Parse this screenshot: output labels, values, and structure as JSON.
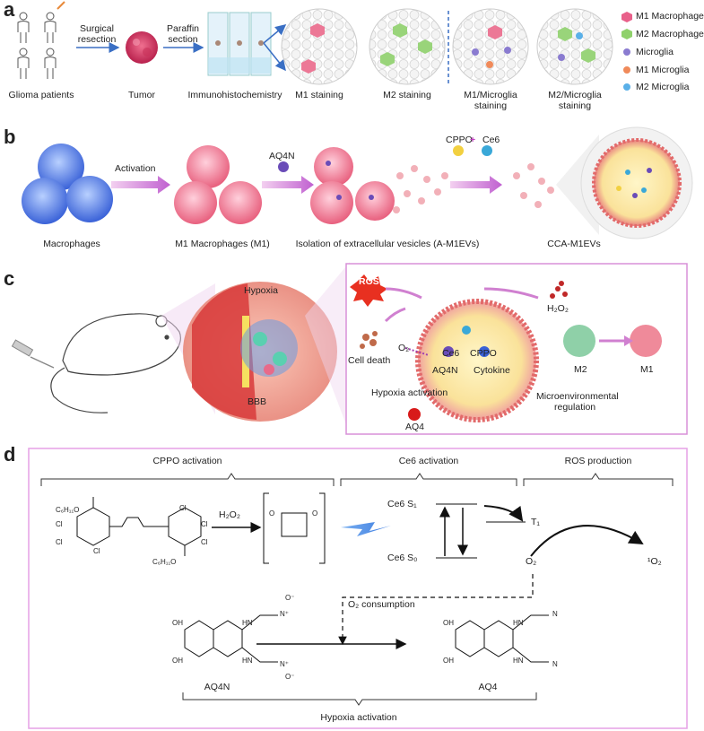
{
  "panel_letters": {
    "a": "a",
    "b": "b",
    "c": "c",
    "d": "d"
  },
  "panel_a": {
    "glioma_patients": "Glioma patients",
    "surgical_resection_1": "Surgical",
    "surgical_resection_2": "resection",
    "tumor": "Tumor",
    "paraffin_1": "Paraffin",
    "paraffin_2": "section",
    "ihc": "Immunohistochemistry",
    "m1_staining": "M1 staining",
    "m2_staining": "M2 staining",
    "m1_microglia_1": "M1/Microglia",
    "m1_microglia_2": "staining",
    "m2_microglia_1": "M2/Microglia",
    "m2_microglia_2": "staining",
    "legend": [
      {
        "label": "M1 Macrophage",
        "color": "#e8608a"
      },
      {
        "label": "M2 Macrophage",
        "color": "#8fd16b"
      },
      {
        "label": "Microglia",
        "color": "#8a7bd0"
      },
      {
        "label": "M1 Microglia",
        "color": "#f08a5a"
      },
      {
        "label": "M2 Microglia",
        "color": "#5ab0e8"
      }
    ]
  },
  "panel_b": {
    "macrophages": "Macrophages",
    "activation": "Activation",
    "m1_macrophages": "M1 Macrophages (M1)",
    "aq4n": "AQ4N",
    "isolation": "Isolation of extracellular vesicles (A-M1EVs)",
    "cppo": "CPPO",
    "plus": "+",
    "ce6": "Ce6",
    "cca": "CCA-M1EVs"
  },
  "panel_c": {
    "hypoxia": "Hypoxia",
    "bbb": "BBB",
    "ros": "ROS",
    "cell_death": "Cell death",
    "o2": "O₂",
    "ce6": "Ce6",
    "cppo": "CPPO",
    "aq4n": "AQ4N",
    "cytokine": "Cytokine",
    "hypoxia_activation": "Hypoxia activation",
    "aq4": "AQ4",
    "h2o2": "H₂O₂",
    "m2": "M2",
    "m1": "M1",
    "micro_1": "Microenvironmental",
    "micro_2": "regulation"
  },
  "panel_d": {
    "cppo_activation": "CPPO activation",
    "ce6_activation": "Ce6 activation",
    "ros_production": "ROS production",
    "h2o2": "H₂O₂",
    "ce6_s1": "Ce6 S₁",
    "ce6_s0": "Ce6 S₀",
    "t1": "T₁",
    "o2": "O₂",
    "singlet_o2": "¹O₂",
    "o2_consumption": "O₂ consumption",
    "aq4n": "AQ4N",
    "aq4": "AQ4",
    "hypoxia_activation": "Hypoxia activation",
    "c6h11o": "C₆H₁₁O",
    "cl": "Cl",
    "oh": "OH",
    "o": "O",
    "hn": "HN",
    "n": "N",
    "nplus": "N⁺",
    "ominus": "O⁻"
  }
}
